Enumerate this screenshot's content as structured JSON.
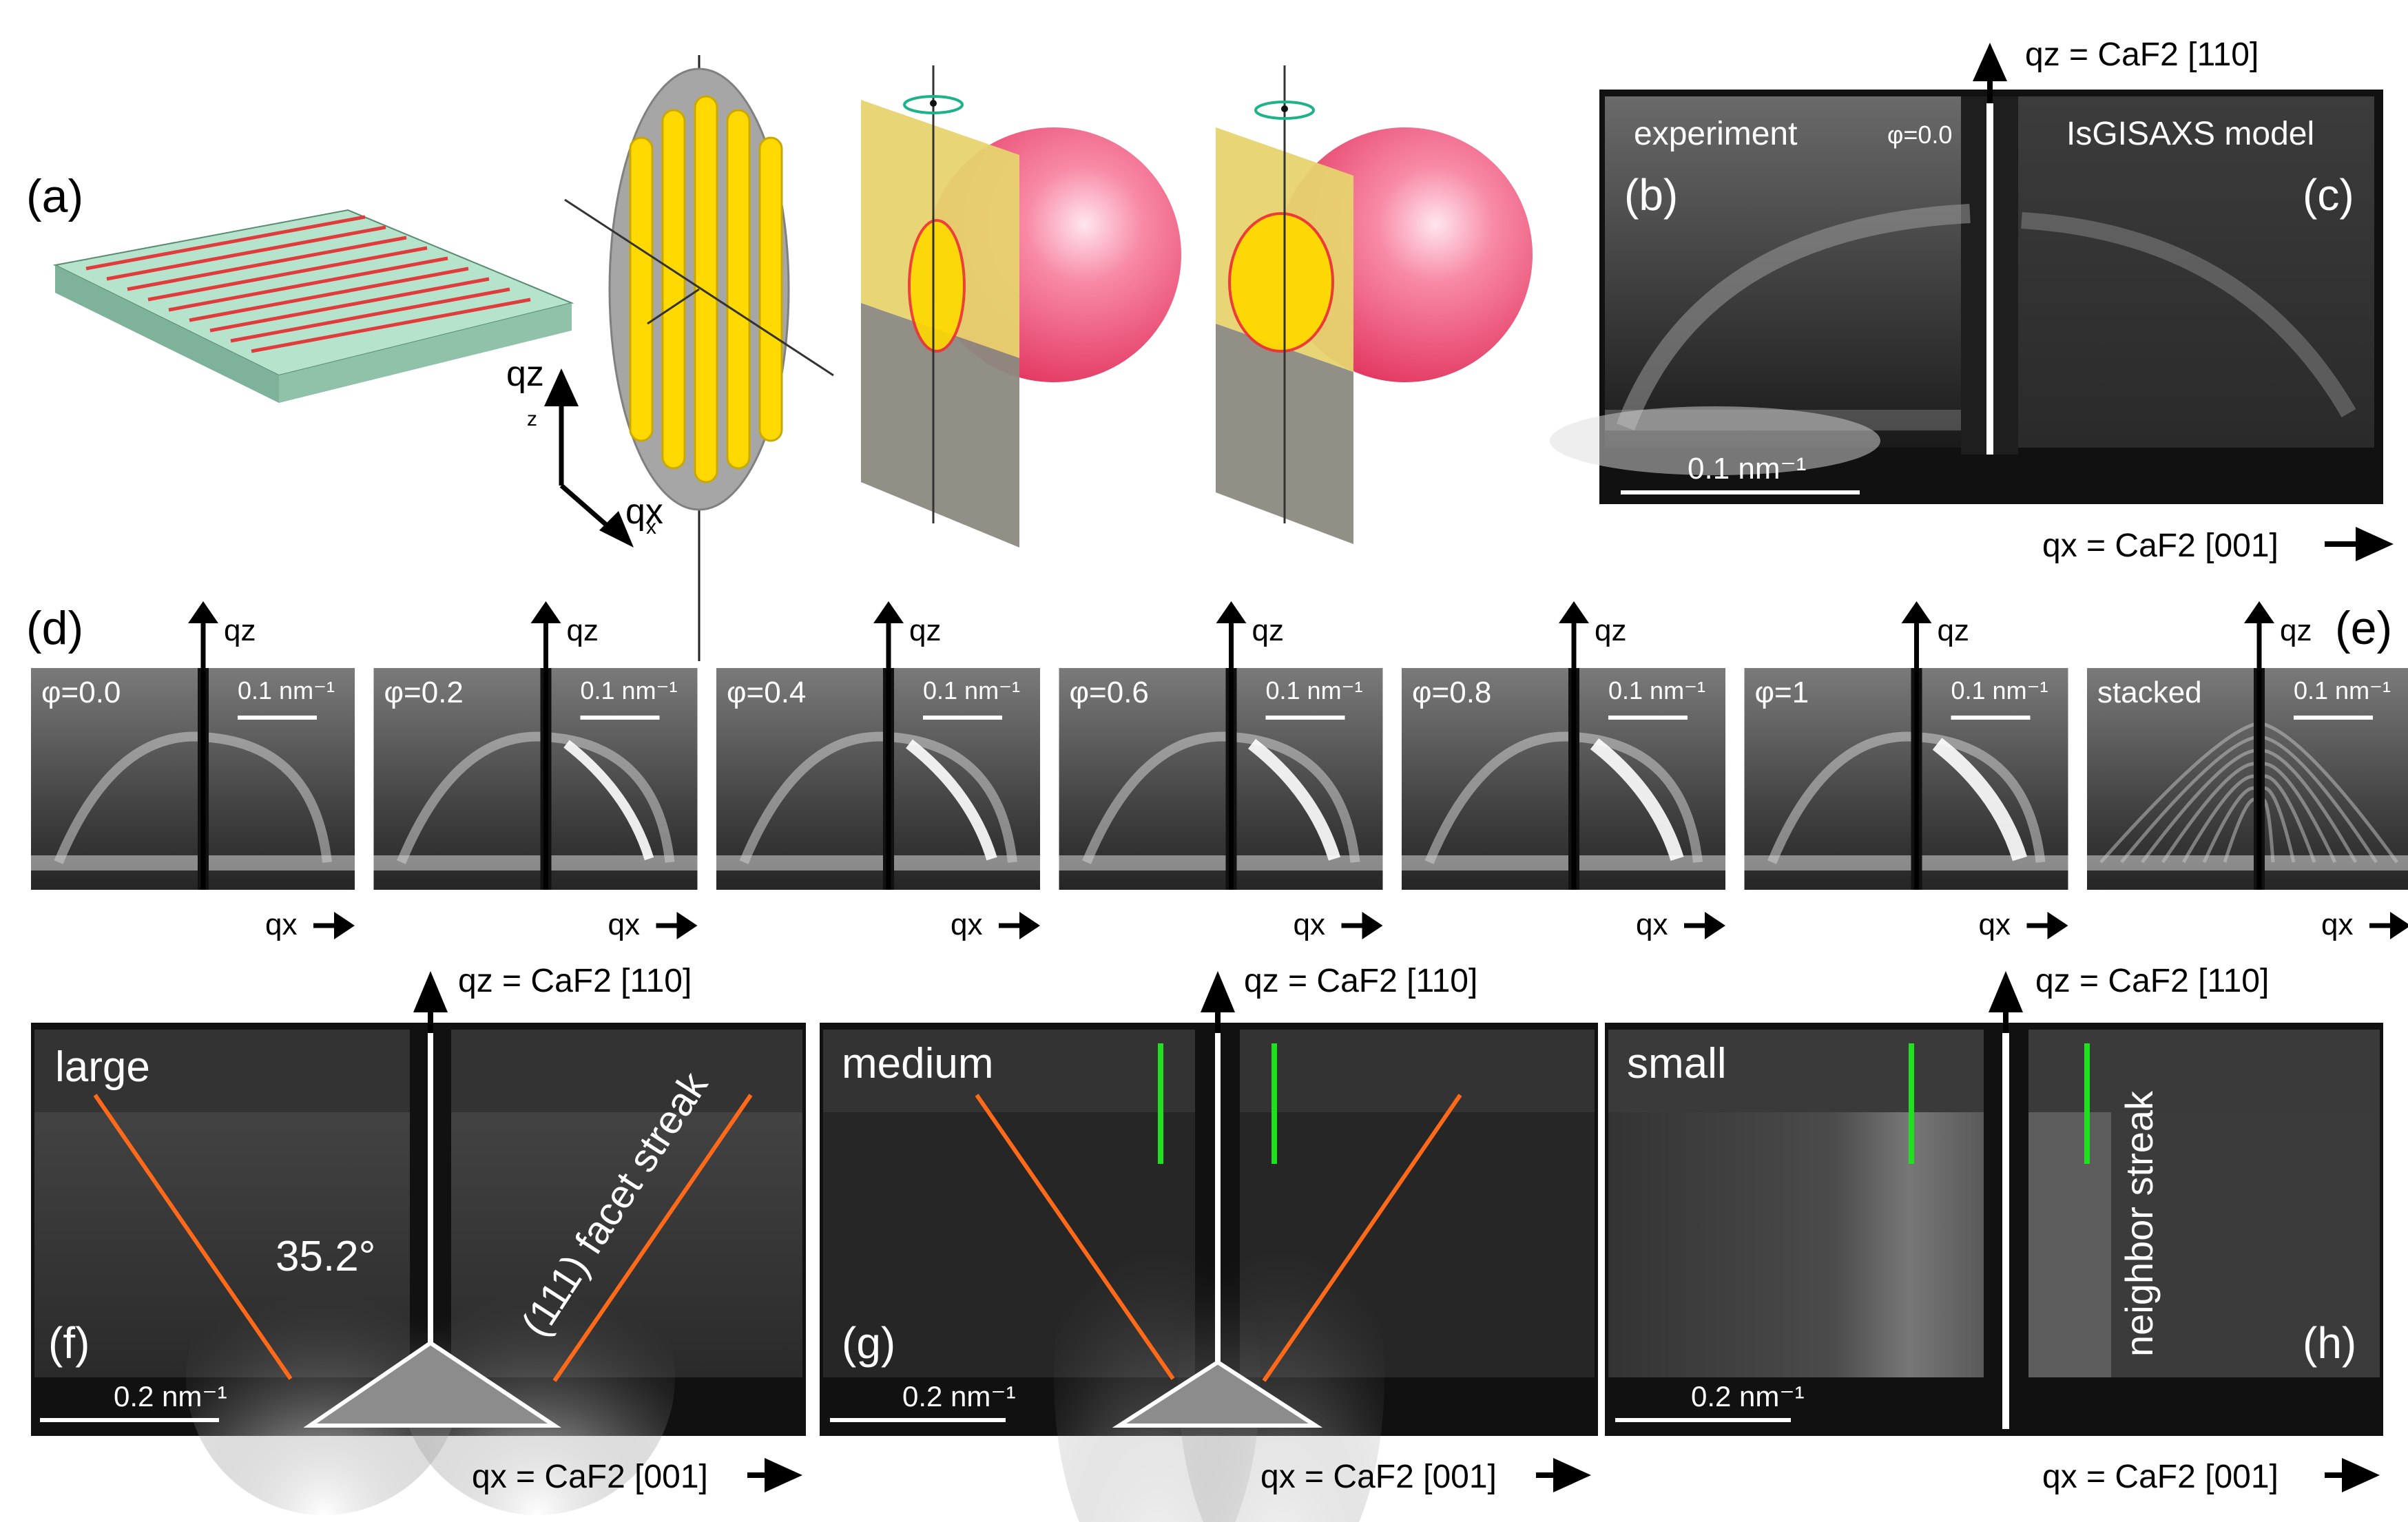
{
  "panels": {
    "a": "(a)",
    "b": "(b)",
    "c": "(c)",
    "d": "(d)",
    "e": "(e)",
    "f": "(f)",
    "g": "(g)",
    "h": "(h)"
  },
  "top": {
    "qz_axis": "qz = CaF2 [110]",
    "qx_axis": "qx = CaF2 [001]",
    "experiment": "experiment",
    "phi": "φ=0.0",
    "model": "IsGISAXS model",
    "scale": "0.1 nm⁻¹"
  },
  "schematic": {
    "qz": "qz",
    "qx": "qx"
  },
  "row_d": {
    "qz": "qz",
    "qx": "qx",
    "scale": "0.1 nm⁻¹",
    "frames": [
      {
        "label": "φ=0.0"
      },
      {
        "label": "φ=0.2"
      },
      {
        "label": "φ=0.4"
      },
      {
        "label": "φ=0.6"
      },
      {
        "label": "φ=0.8"
      },
      {
        "label": "φ=1"
      },
      {
        "label": "stacked"
      }
    ]
  },
  "bottom": {
    "qz_axis": "qz = CaF2 [110]",
    "qx_axis": "qx = CaF2 [001]",
    "scale": "0.2 nm⁻¹",
    "large": "large",
    "medium": "medium",
    "small": "small",
    "angle": "35.2°",
    "facet_streak": "(111) facet streak",
    "neighbor_streak": "neighbor streak"
  },
  "colors": {
    "stripe_red": "#e23b3b",
    "substrate_green": "#b6e3cc",
    "yellow": "#ffd900",
    "sphere_pink": "#ef5577",
    "orange_line": "#ff6a1a",
    "green_marker": "#20e020"
  }
}
